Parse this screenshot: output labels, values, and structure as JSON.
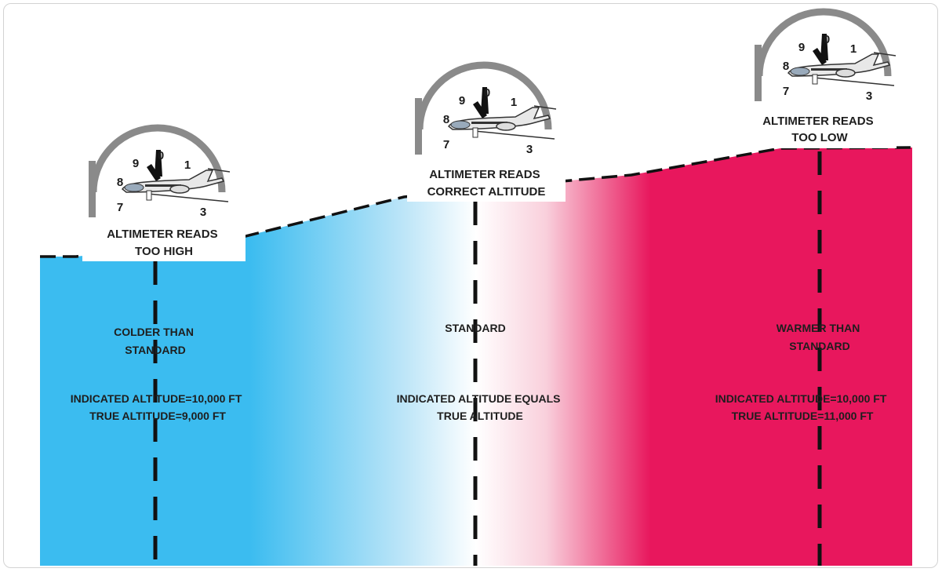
{
  "colors": {
    "cold": "#3bbcf0",
    "standard": "#ffffff",
    "warm": "#e8175d",
    "dash": "#111111",
    "gauge_ring": "#7a7a7a"
  },
  "gauges": [
    {
      "id": "cold",
      "dial_numbers": [
        "0",
        "1",
        "3",
        "7",
        "8",
        "9"
      ],
      "plate_lines": [
        "ALTIMETER READS",
        "TOO HIGH"
      ]
    },
    {
      "id": "standard",
      "dial_numbers": [
        "0",
        "1",
        "3",
        "7",
        "8",
        "9"
      ],
      "plate_lines": [
        "ALTIMETER READS",
        "CORRECT ALTITUDE"
      ]
    },
    {
      "id": "warm",
      "dial_numbers": [
        "0",
        "1",
        "3",
        "7",
        "8",
        "9"
      ],
      "plate_lines": [
        "ALTIMETER READS",
        "TOO LOW"
      ]
    }
  ],
  "zones": [
    {
      "id": "cold",
      "condition_lines": [
        "COLDER THAN",
        "STANDARD"
      ],
      "altitude_lines": [
        "INDICATED ALTITUDE=10,000 FT",
        "TRUE ALTITUDE=9,000 FT"
      ]
    },
    {
      "id": "standard",
      "condition_lines": [
        "STANDARD"
      ],
      "altitude_lines": [
        "INDICATED ALTITUDE EQUALS",
        "TRUE ALTITUDE"
      ]
    },
    {
      "id": "warm",
      "condition_lines": [
        "WARMER THAN",
        "STANDARD"
      ],
      "altitude_lines": [
        "INDICATED ALTITUDE=10,000 FT",
        "TRUE ALTITUDE=11,000 FT"
      ]
    }
  ]
}
